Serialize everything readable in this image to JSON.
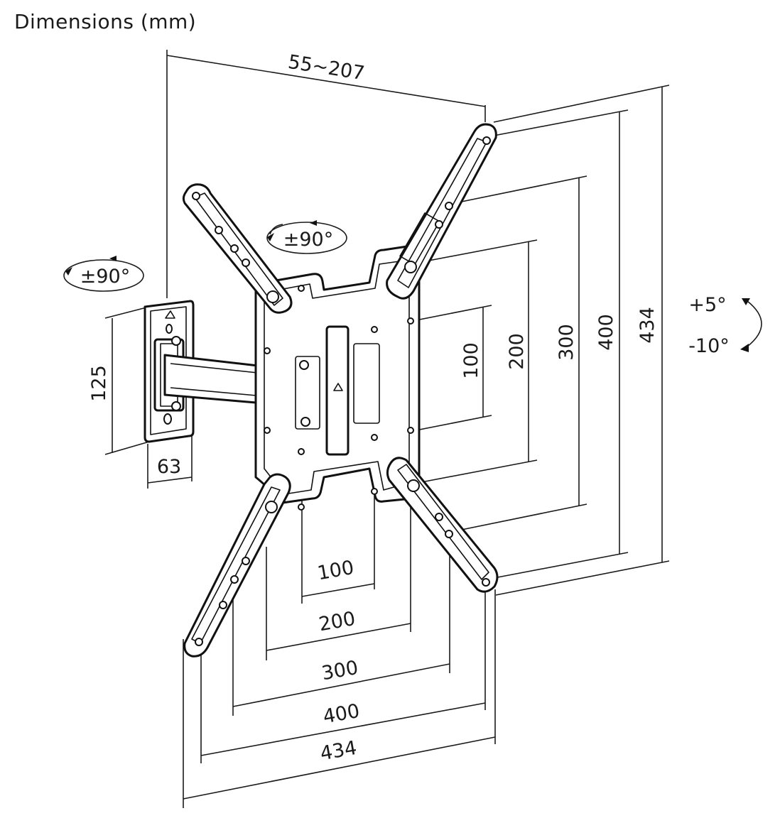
{
  "title": "Dimensions (mm)",
  "labels": {
    "depth": "55~207",
    "swivel_top": "±90°",
    "swivel_left": "±90°",
    "tilt_up": "+5°",
    "tilt_down": "-10°",
    "wall_plate_height": "125",
    "wall_plate_width": "63",
    "v100": "100",
    "v200": "200",
    "v300": "300",
    "v400": "400",
    "v434": "434",
    "h100": "100",
    "h200": "200",
    "h300": "300",
    "h400": "400",
    "h434": "434"
  }
}
